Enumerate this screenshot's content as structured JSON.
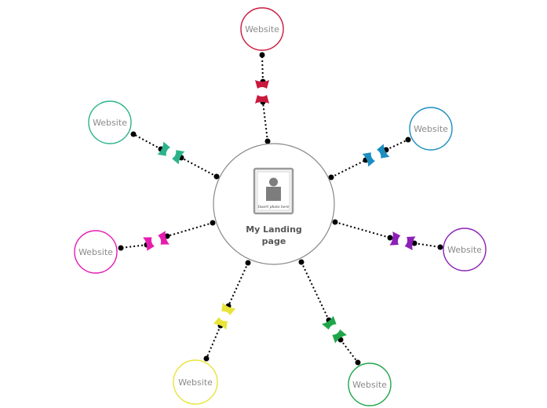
{
  "center": {
    "title_line1": "My Landing",
    "title_line2": "page",
    "photo_caption": "Insert photo here",
    "stroke": "#888888"
  },
  "satellites": [
    {
      "label": "Website",
      "color": "#c8193c"
    },
    {
      "label": "Website",
      "color": "#1b8ec2"
    },
    {
      "label": "Website",
      "color": "#8c1fb8"
    },
    {
      "label": "Website",
      "color": "#1fa64a"
    },
    {
      "label": "Website",
      "color": "#e8e43a"
    },
    {
      "label": "Website",
      "color": "#e61cb0"
    },
    {
      "label": "Website",
      "color": "#2bb38c"
    }
  ]
}
